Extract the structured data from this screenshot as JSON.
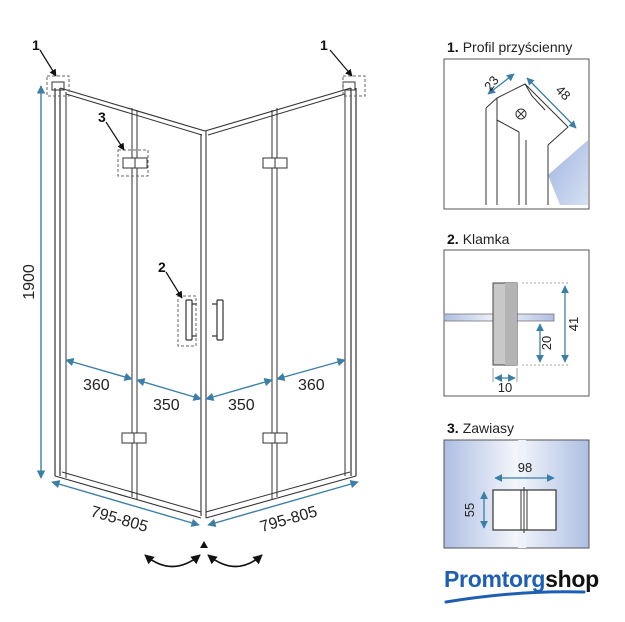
{
  "colors": {
    "dimension": "#3b7fa6",
    "frame": "#333333",
    "glass_panel": "#b9c8e6",
    "logo_blue": "#1f5fb3",
    "logo_dark": "#111111"
  },
  "main": {
    "callouts": [
      "1",
      "1",
      "3",
      "2"
    ],
    "height_dim": "1900",
    "widths": {
      "left_outer": "360",
      "left_inner": "350",
      "right_inner": "350",
      "right_outer": "360"
    },
    "base_left": "795-805",
    "base_right": "795-805"
  },
  "details": [
    {
      "num": "1.",
      "title": "Profil przyścienny",
      "dims": [
        "23",
        "48"
      ]
    },
    {
      "num": "2.",
      "title": "Klamka",
      "dims": [
        "41",
        "20",
        "10"
      ]
    },
    {
      "num": "3.",
      "title": "Zawiasy",
      "dims": [
        "98",
        "55"
      ]
    }
  ],
  "logo": {
    "part1": "Promtorg",
    "part2": "shop"
  }
}
